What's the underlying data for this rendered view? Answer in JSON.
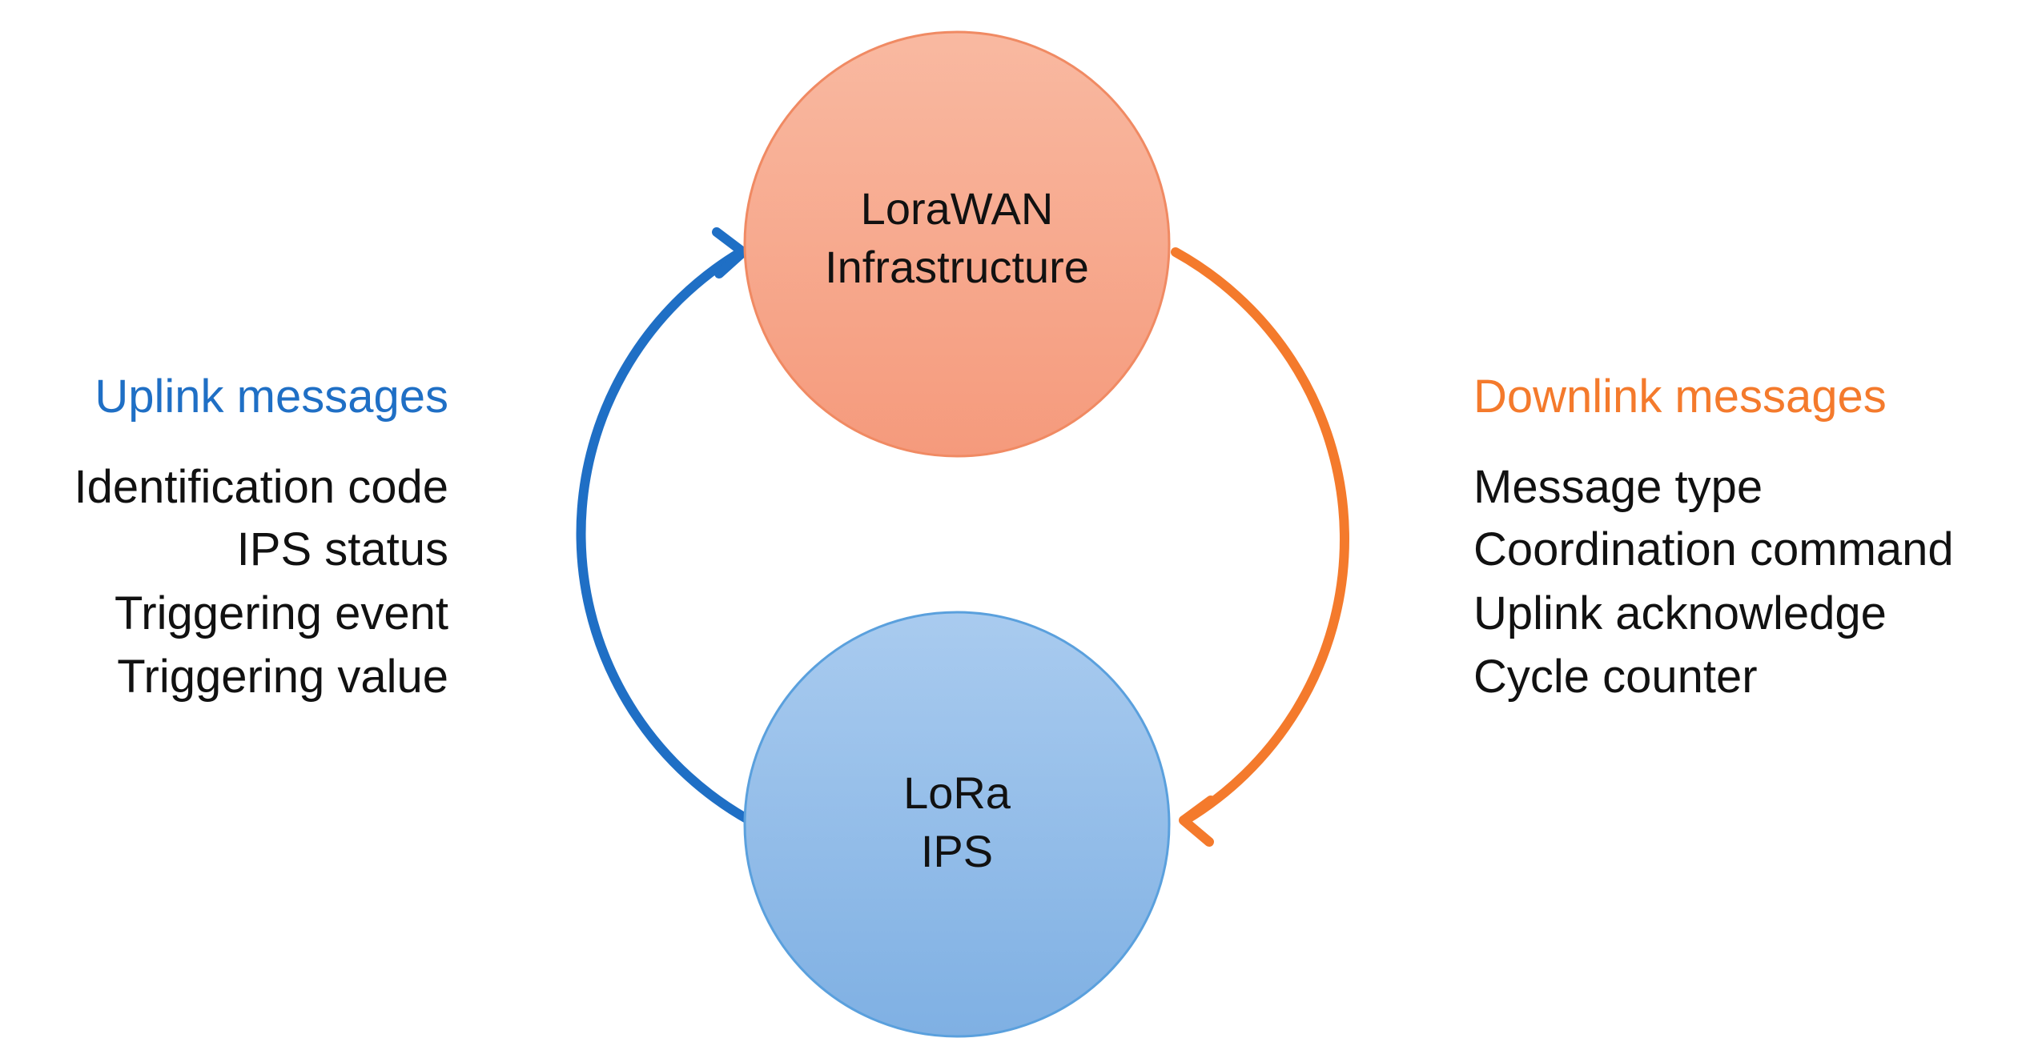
{
  "nodes": {
    "infrastructure": {
      "line1": "LoraWAN",
      "line2": "Infrastructure"
    },
    "device": {
      "line1": "LoRa",
      "line2": "IPS"
    }
  },
  "uplink": {
    "title": "Uplink messages",
    "items": [
      "Identification code",
      "IPS status",
      "Triggering event",
      "Triggering value"
    ]
  },
  "downlink": {
    "title": "Downlink messages",
    "items": [
      "Message type",
      "Coordination command",
      "Uplink acknowledge",
      "Cycle counter"
    ]
  },
  "colors": {
    "uplink": "#1f6fc5",
    "downlink": "#f47a2c",
    "infrastructure_fill_top": "#f9b9a1",
    "infrastructure_fill_bottom": "#f59a7c",
    "infrastructure_stroke": "#f08a63",
    "device_fill_top": "#a9cbef",
    "device_fill_bottom": "#7fb0e3",
    "device_stroke": "#5aa0dd"
  }
}
